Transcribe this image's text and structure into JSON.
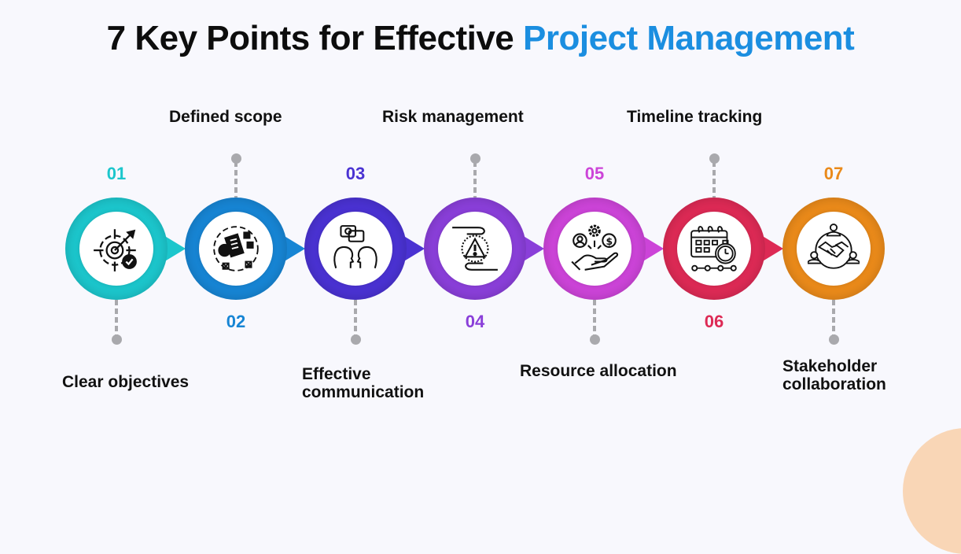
{
  "title": {
    "prefix": "7 Key Points for Effective",
    "accent": "Project Management",
    "accent_color": "#1b8ee0"
  },
  "steps": [
    {
      "number": "01",
      "label": "Clear objectives",
      "color": "#1cc6cc",
      "icon": "target-icon",
      "position": "bottom"
    },
    {
      "number": "02",
      "label": "Defined scope",
      "color": "#1785d4",
      "icon": "scope-document-icon",
      "position": "top"
    },
    {
      "number": "03",
      "label_line1": "Effective",
      "label_line2": "communication",
      "color": "#4a32d2",
      "icon": "communication-icon",
      "position": "bottom"
    },
    {
      "number": "04",
      "label": "Risk management",
      "color": "#8a3fd9",
      "icon": "risk-warning-icon",
      "position": "top"
    },
    {
      "number": "05",
      "label": "Resource allocation",
      "color": "#cc44d8",
      "icon": "resource-hand-icon",
      "position": "bottom"
    },
    {
      "number": "06",
      "label": "Timeline tracking",
      "color": "#dd2a55",
      "icon": "calendar-stopwatch-icon",
      "position": "top"
    },
    {
      "number": "07",
      "label_line1": "Stakeholder",
      "label_line2": "collaboration",
      "color": "#ea8a1a",
      "icon": "handshake-icon",
      "position": "bottom"
    }
  ],
  "connector_color": "#a9a9ad"
}
